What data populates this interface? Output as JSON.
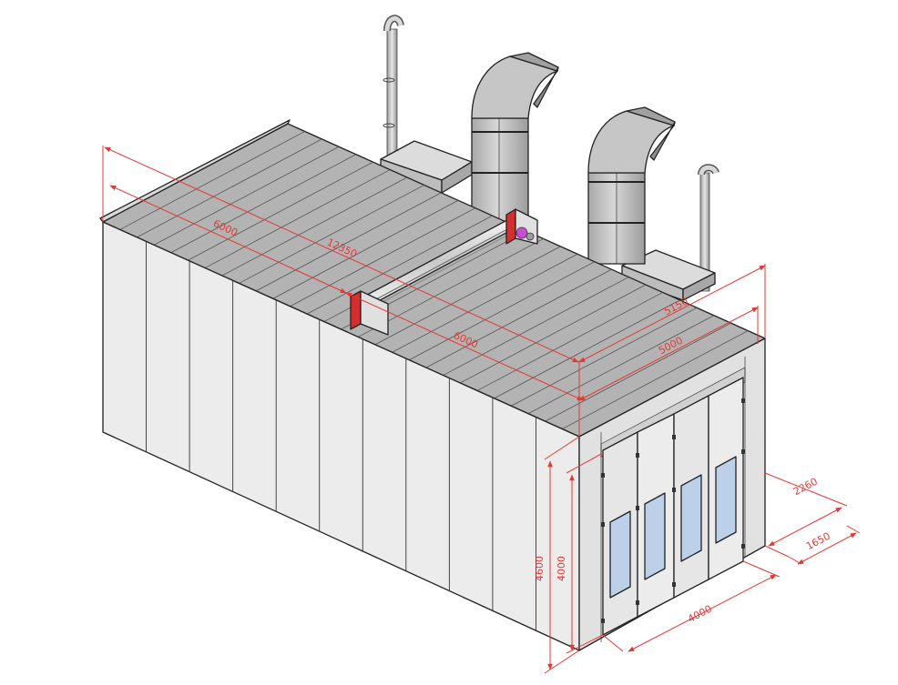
{
  "dimensions": {
    "length_total": "12350",
    "length_rear": "6000",
    "length_front": "6000",
    "width_outer": "5150",
    "width_inner": "5000",
    "height_outer": "4600",
    "height_door": "4000",
    "door_width": "4000",
    "depth_outer": "2260",
    "depth_inner": "1650"
  },
  "colors": {
    "dimension": "#e53935",
    "panel": "#ececec",
    "roof": "#b3b3b3",
    "duct": "#bdbdbd",
    "window": "#bcd0ea",
    "flange": "#d32f2f"
  }
}
